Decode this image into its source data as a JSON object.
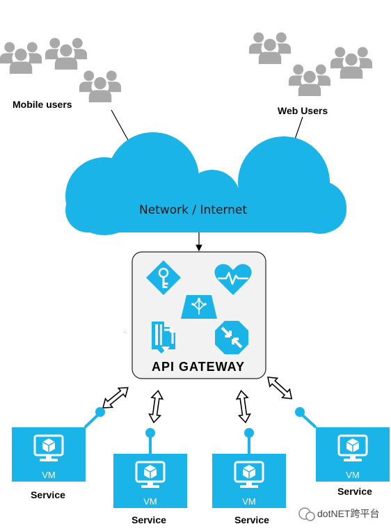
{
  "clients": {
    "mobile_label": "Mobile  users",
    "web_label": "Web Users"
  },
  "network": {
    "label": "Network / Internet"
  },
  "gateway": {
    "label": "API GATEWAY",
    "icons": [
      "key-diamond-icon",
      "heart-monitor-icon",
      "network-routing-icon",
      "document-conversion-icon",
      "arrows-collapse-icon"
    ]
  },
  "services": [
    {
      "vm_label": "VM",
      "label": "Service"
    },
    {
      "vm_label": "VM",
      "label": "Service"
    },
    {
      "vm_label": "VM",
      "label": "Service"
    },
    {
      "vm_label": "VM",
      "label": "Service"
    }
  ],
  "watermark": {
    "text": "dotNET跨平台"
  },
  "colors": {
    "accent": "#1ab4e8",
    "user_gray": "#a9a9a9",
    "gateway_fill": "#f2f2f2"
  }
}
